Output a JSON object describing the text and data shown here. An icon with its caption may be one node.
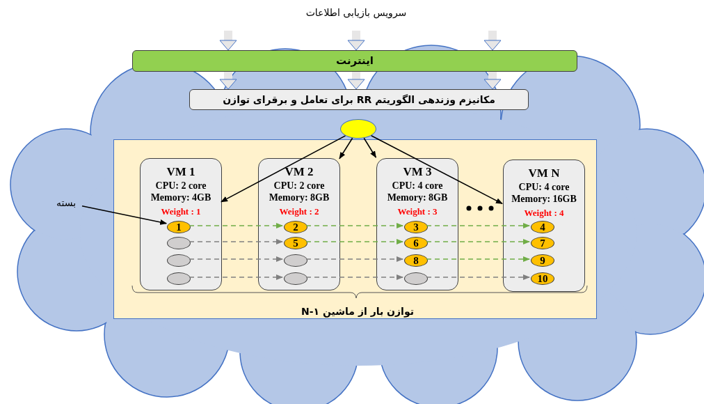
{
  "diagram": {
    "title": "سرویس بازیابی اطلاعات",
    "nodes": [
      {
        "text": [
          "اینترنت"
        ]
      },
      {
        "text": [
          "مکانیزم وزندهی الگوریتم **RR** برای تعامل و برقرای توازن"
        ]
      },
      {
        "text": [],
        "shape": "circle"
      },
      {
        "text": [
          "توازن بار از ماشین ۱-N"
        ]
      },
      {
        "text": [
          "VM 1",
          "CPU: 2 core",
          "Memory: 4GB",
          "Weight : 1"
        ],
        "in": 3
      },
      {
        "text": [
          "VM 2",
          "CPU: 2 core",
          "Memory: 8GB",
          "Weight : 2"
        ],
        "in": 3
      },
      {
        "text": [
          "VM 3",
          "CPU: 4 core",
          "Memory: 8GB",
          "Weight : 3"
        ],
        "in": 3
      },
      {
        "text": [
          "VM N",
          "CPU: 4 core",
          "Memory: 16GB",
          "Weight : 4"
        ],
        "in": 3
      },
      {
        "text": [
          "1"
        ],
        "in": 4
      },
      {
        "text": [],
        "shape": "circle",
        "in": 4
      },
      {
        "text": [],
        "shape": "circle",
        "in": 4
      },
      {
        "text": [],
        "shape": "circle",
        "in": 4
      },
      {
        "text": [
          "2"
        ],
        "in": 5
      },
      {
        "text": [
          "5"
        ],
        "in": 5
      },
      {
        "text": [],
        "shape": "circle",
        "in": 5
      },
      {
        "text": [],
        "shape": "circle",
        "in": 5
      },
      {
        "text": [
          "3"
        ],
        "in": 6
      },
      {
        "text": [
          "6"
        ],
        "in": 6
      },
      {
        "text": [
          "8"
        ],
        "in": 6
      },
      {
        "text": [],
        "shape": "circle",
        "in": 6
      },
      {
        "text": [
          "4"
        ],
        "in": 7
      },
      {
        "text": [
          "7"
        ],
        "in": 7
      },
      {
        "text": [
          "9"
        ],
        "in": 7
      },
      {
        "text": [
          "10"
        ],
        "in": 7
      },
      {
        "text": [
          "بسته"
        ]
      }
    ],
    "edges": [
      {
        "from": null,
        "to": 0,
        "arrow": "to",
        "style": "thick",
        "color": "#e7e6e6"
      },
      {
        "from": null,
        "to": 0,
        "arrow": "to",
        "style": "thick",
        "color": "#e7e6e6"
      },
      {
        "from": null,
        "to": 0,
        "arrow": "to",
        "style": "thick",
        "color": "#e7e6e6"
      },
      {
        "from": 0,
        "to": 1,
        "arrow": "to",
        "style": "thick",
        "color": "#e7e6e6"
      },
      {
        "from": 0,
        "to": 1,
        "arrow": "to",
        "style": "thick",
        "color": "#e7e6e6"
      },
      {
        "from": 0,
        "to": 1,
        "arrow": "to",
        "style": "thick",
        "color": "#e7e6e6"
      },
      {
        "from": 2,
        "to": 4,
        "arrow": "to",
        "color": "#000000"
      },
      {
        "from": 2,
        "to": 5,
        "arrow": "to",
        "color": "#000000"
      },
      {
        "from": 2,
        "to": 6,
        "arrow": "to",
        "color": "#000000"
      },
      {
        "from": 2,
        "to": 7,
        "arrow": "to",
        "color": "#000000"
      },
      {
        "from": 24,
        "to": 8,
        "arrow": "to",
        "color": "#000000"
      },
      {
        "from": 8,
        "to": 12,
        "arrow": "to",
        "style": "dashed",
        "color": "#70ad47"
      },
      {
        "from": 12,
        "to": 16,
        "arrow": "to",
        "style": "dashed",
        "color": "#70ad47"
      },
      {
        "from": 16,
        "to": 20,
        "arrow": "to",
        "style": "dashed",
        "color": "#70ad47"
      },
      {
        "from": 9,
        "to": 13,
        "arrow": "to",
        "style": "dashed",
        "color": "#808080"
      },
      {
        "from": 13,
        "to": 17,
        "arrow": "to",
        "style": "dashed",
        "color": "#70ad47"
      },
      {
        "from": 17,
        "to": 21,
        "arrow": "to",
        "style": "dashed",
        "color": "#70ad47"
      },
      {
        "from": 10,
        "to": 14,
        "arrow": "to",
        "style": "dashed",
        "color": "#808080"
      },
      {
        "from": 14,
        "to": 18,
        "arrow": "to",
        "style": "dashed",
        "color": "#808080"
      },
      {
        "from": 18,
        "to": 22,
        "arrow": "to",
        "style": "dashed",
        "color": "#70ad47"
      },
      {
        "from": 11,
        "to": 15,
        "arrow": "to",
        "style": "dashed",
        "color": "#808080"
      },
      {
        "from": 15,
        "to": 19,
        "arrow": "to",
        "style": "dashed",
        "color": "#808080"
      },
      {
        "from": 19,
        "to": 23,
        "arrow": "to",
        "style": "dashed",
        "color": "#808080"
      }
    ]
  }
}
